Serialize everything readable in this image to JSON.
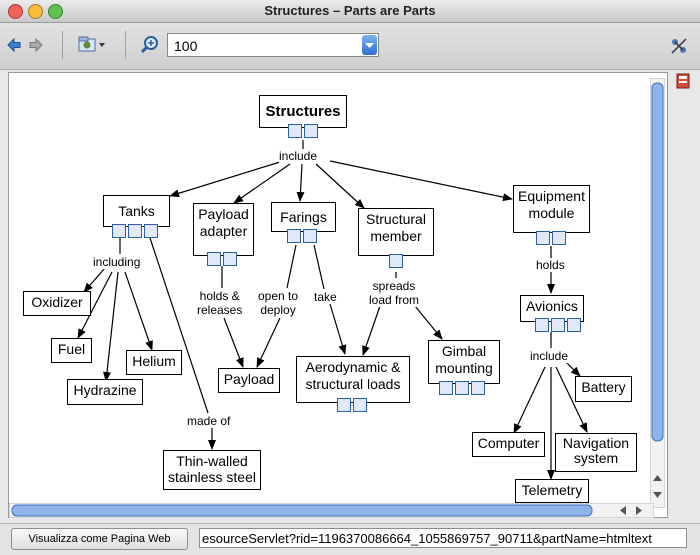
{
  "window": {
    "title": "Structures – Parts are Parts"
  },
  "toolbar": {
    "zoom_value": "100"
  },
  "bottom": {
    "web_button_label": "Visualizza come Pagina Web",
    "url_text": "esourceServlet?rid=1196370086664_1055869757_90711&partName=htmltext"
  },
  "concepts": {
    "structures": "Structures",
    "tanks": "Tanks",
    "payload_adapter": [
      "Payload",
      "adapter"
    ],
    "farings": "Farings",
    "structural_member": [
      "Structural",
      "member"
    ],
    "equipment_module": [
      "Equipment",
      "module"
    ],
    "oxidizer": "Oxidizer",
    "fuel": "Fuel",
    "helium": "Helium",
    "hydrazine": "Hydrazine",
    "payload": "Payload",
    "aero_loads": [
      "Aerodynamic &",
      "structural loads"
    ],
    "gimbal": [
      "Gimbal",
      "mounting"
    ],
    "avionics": "Avionics",
    "battery": "Battery",
    "computer": "Computer",
    "navigation": [
      "Navigation",
      "system"
    ],
    "telemetry": "Telemetry",
    "thin_walled": [
      "Thin-walled",
      "stainless steel"
    ]
  },
  "links": {
    "include_top": "include",
    "including": "including",
    "holds_releases": [
      "holds &",
      "releases"
    ],
    "open_to_deploy": [
      "open to",
      "deploy"
    ],
    "take": "take",
    "spreads_load_from": [
      "spreads",
      "load from"
    ],
    "holds": "holds",
    "include_avionics": "include",
    "made_of": "made of"
  }
}
